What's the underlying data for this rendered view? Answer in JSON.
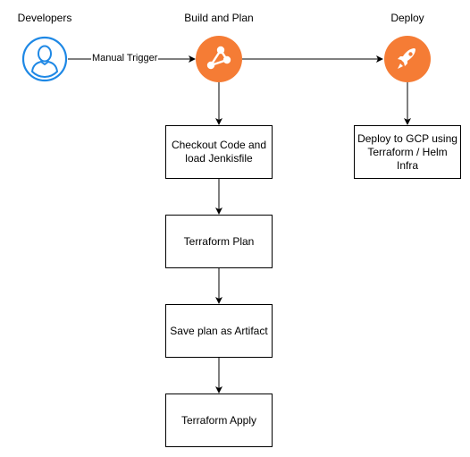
{
  "nodes": {
    "developers": {
      "label": "Developers",
      "icon": "user-icon",
      "color": "#1E88E5"
    },
    "build": {
      "label": "Build and Plan",
      "icon": "share-nodes-icon",
      "color": "#F57C35"
    },
    "deploy": {
      "label": "Deploy",
      "icon": "rocket-icon",
      "color": "#F57C35"
    }
  },
  "boxes": {
    "checkout": [
      "Checkout Code and",
      "load Jenkisfile"
    ],
    "terraform_plan": [
      "Terraform Plan"
    ],
    "save_plan": [
      "Save plan as Artifact"
    ],
    "terraform_apply": [
      "Terraform Apply"
    ],
    "deploy_gcp": [
      "Deploy to GCP using",
      "Terraform / Helm Infra"
    ]
  },
  "edges": {
    "manual_trigger": "Manual Trigger"
  }
}
